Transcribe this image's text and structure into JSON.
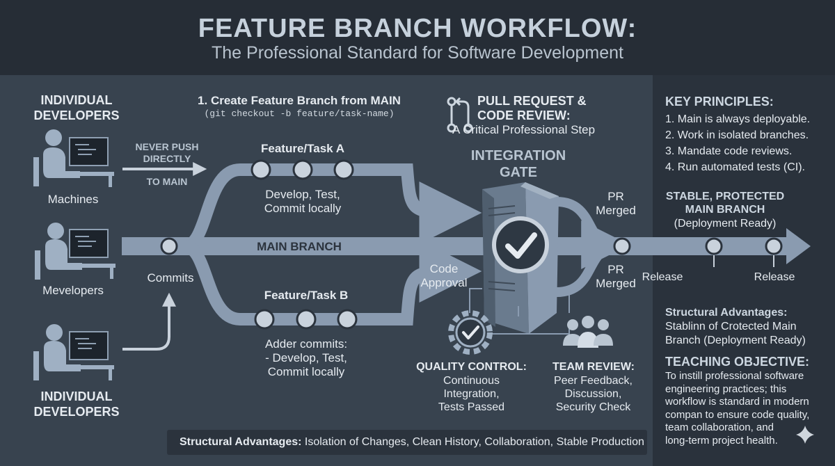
{
  "header": {
    "title": "FEATURE BRANCH WORKFLOW:",
    "subtitle": "The Professional Standard for Software Development"
  },
  "developers": {
    "top_heading": "INDIVIDUAL\nDEVELOPERS",
    "machines_label": "Machines",
    "mevelopers_label": "Mevelopers",
    "bottom_heading": "INDIVIDUAL\nDEVELOPERS",
    "never_push_line1": "NEVER PUSH\nDIRECTLY",
    "never_push_line2": "TO MAIN",
    "commits_label": "Commits"
  },
  "step1": {
    "title": "1. Create Feature Branch from MAIN",
    "command": "(git checkout -b feature/task-name)"
  },
  "feature_a": {
    "title": "Feature/Task A",
    "desc": "Develop, Test,\nCommit locally"
  },
  "feature_b": {
    "title": "Feature/Task B",
    "desc": "Adder commits:\n- Develop, Test,\nCommit locally"
  },
  "main_branch": {
    "label": "MAIN BRANCH"
  },
  "pull_request": {
    "title": "PULL REQUEST &\nCODE REVIEW:",
    "subtitle": "A Critical Professional Step"
  },
  "gate": {
    "title": "INTEGRATION\nGATE",
    "code_approval": "Code\nApproval",
    "pr_merged_top": "PR\nMerged",
    "pr_merged_bottom": "PR\nMerged"
  },
  "quality": {
    "title": "QUALITY CONTROL:",
    "desc": "Continuous\nIntegration,\nTests Passed"
  },
  "team": {
    "title": "TEAM REVIEW:",
    "desc": "Peer Feedback,\nDiscussion,\nSecurity Check"
  },
  "stable": {
    "title": "STABLE, PROTECTED\nMAIN BRANCH",
    "subtitle": "(Deployment Ready)",
    "release1": "Release",
    "release2": "Release"
  },
  "principles": {
    "title": "KEY PRINCIPLES:",
    "items": [
      "1. Main is always deployable.",
      "2. Work in isolated branches.",
      "3. Mandate code reviews.",
      "4. Run automated tests (CI)."
    ]
  },
  "advantages_right": {
    "title": "Structural Advantages:",
    "desc": "Stablinn of Crotected Main\nBranch (Deployment Ready)"
  },
  "teaching": {
    "title": "TEACHING OBJECTIVE:",
    "desc": "To instill professional software\nengineering practices; this\nworkflow is standard in modern\ncompan to ensure code quality,\nteam collaboration, and\nlong-term project health."
  },
  "bottom": {
    "label": "Structural Advantages:",
    "text": " Isolation of Changes, Clean History, Collaboration, Stable Production"
  },
  "colors": {
    "background": "#232a33",
    "panel": "#38434f",
    "arrow": "#8a9bb0",
    "node": "#c9d2dc",
    "text": "#e6ebf0"
  },
  "icons": [
    "developer-icon",
    "git-pull-request-icon",
    "server-icon",
    "checkmark-icon",
    "gear-check-icon",
    "team-icon",
    "sparkle-icon"
  ]
}
